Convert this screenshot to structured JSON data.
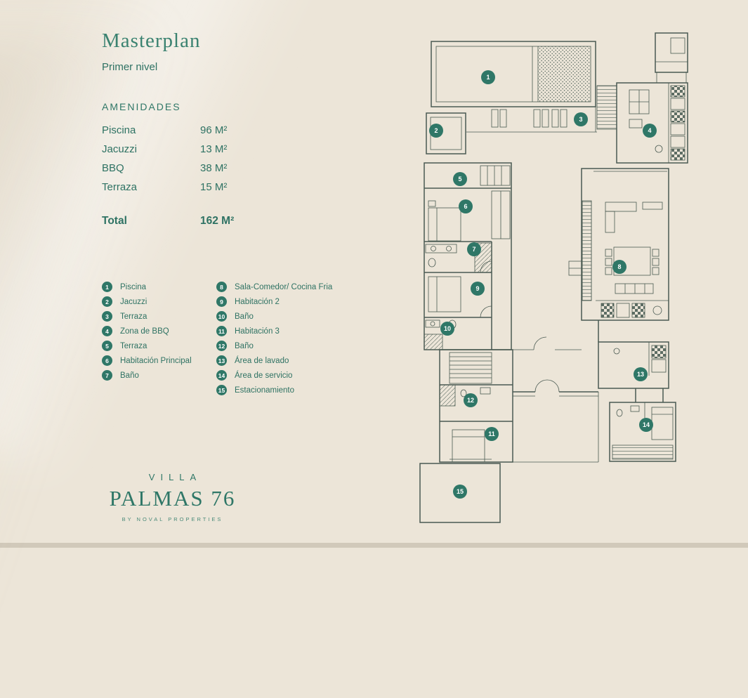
{
  "page": {
    "background": "#ece5d8",
    "accent_green": "#2f7767",
    "plan_line_color": "#4a5a52"
  },
  "header": {
    "title": "Masterplan",
    "subtitle": "Primer nivel"
  },
  "amenities": {
    "heading": "AMENIDADES",
    "items": [
      {
        "name": "Piscina",
        "value": "96 M²"
      },
      {
        "name": "Jacuzzi",
        "value": "13 M²"
      },
      {
        "name": "BBQ",
        "value": "38 M²"
      },
      {
        "name": "Terraza",
        "value": "15 M²"
      }
    ],
    "total_label": "Total",
    "total_value": "162 M²"
  },
  "legend": {
    "items": [
      {
        "num": "1",
        "label": "Piscina"
      },
      {
        "num": "2",
        "label": "Jacuzzi"
      },
      {
        "num": "3",
        "label": "Terraza"
      },
      {
        "num": "4",
        "label": "Zona de BBQ"
      },
      {
        "num": "5",
        "label": "Terraza"
      },
      {
        "num": "6",
        "label": "Habitación Principal"
      },
      {
        "num": "7",
        "label": "Baño"
      },
      {
        "num": "8",
        "label": "Sala-Comedor/ Cocina Fria"
      },
      {
        "num": "9",
        "label": "Habitación 2"
      },
      {
        "num": "10",
        "label": "Baño"
      },
      {
        "num": "11",
        "label": "Habitación 3"
      },
      {
        "num": "12",
        "label": "Baño"
      },
      {
        "num": "13",
        "label": "Área de lavado"
      },
      {
        "num": "14",
        "label": "Área de servicio"
      },
      {
        "num": "15",
        "label": "Estacionamiento"
      }
    ]
  },
  "logo": {
    "line1": "VILLA",
    "line2": "PALMAS 76",
    "line3": "BY NOVAL PROPERTIES"
  }
}
